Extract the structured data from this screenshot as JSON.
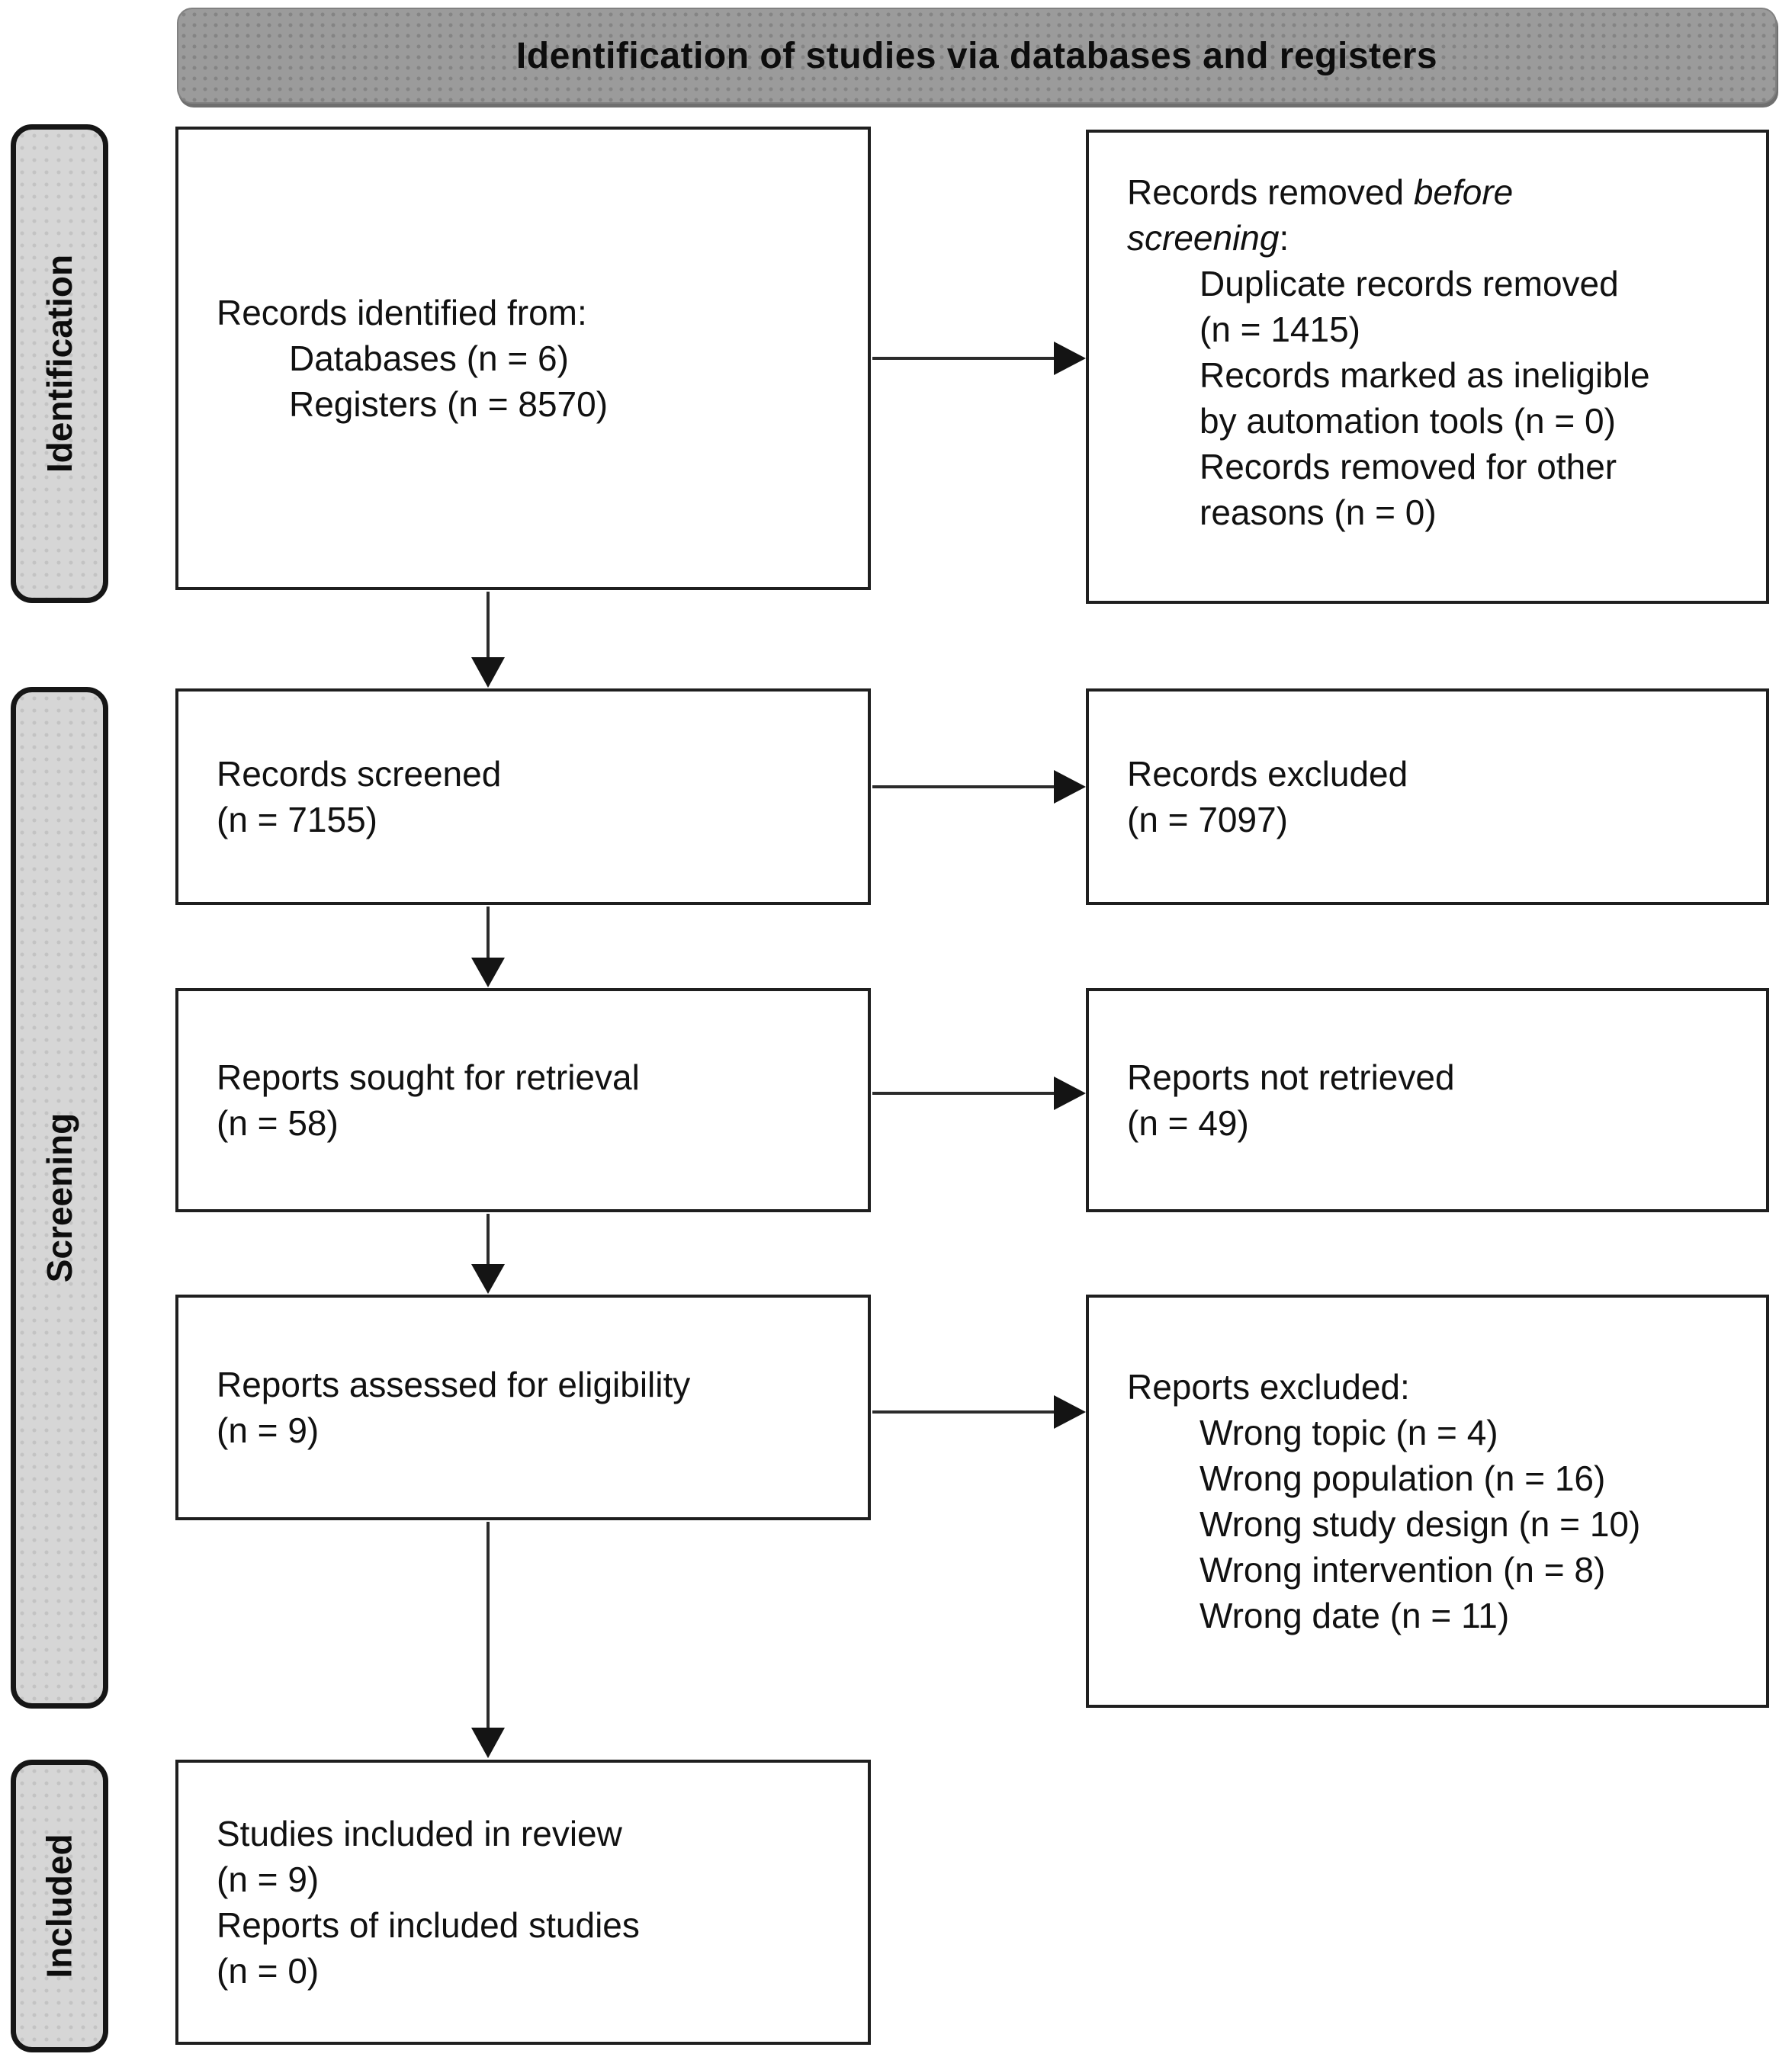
{
  "title": "Identification of studies via databases and registers",
  "stages": {
    "identification": "Identification",
    "screening": "Screening",
    "included": "Included"
  },
  "boxes": {
    "records_identified": {
      "heading": "Records identified from:",
      "items": [
        "Databases (n = 6)",
        "Registers (n = 8570)"
      ]
    },
    "records_removed": {
      "heading_line1_normal": "Records removed",
      "heading_line1_italic": "before",
      "heading_line2_italic": "screening",
      "heading_line2_suffix": ":",
      "items": [
        [
          "Duplicate records removed",
          "(n = 1415)"
        ],
        [
          "Records marked as ineligible",
          "by automation tools (n = 0)"
        ],
        [
          "Records removed for other",
          "reasons (n = 0)"
        ]
      ]
    },
    "records_screened": {
      "lines": [
        "Records screened",
        "(n = 7155)"
      ]
    },
    "records_excluded": {
      "lines": [
        "Records excluded",
        "(n = 7097)"
      ]
    },
    "reports_sought": {
      "lines": [
        "Reports sought for retrieval",
        "(n = 58)"
      ]
    },
    "reports_not_retrieved": {
      "lines": [
        "Reports not retrieved",
        "(n = 49)"
      ]
    },
    "reports_assessed": {
      "lines": [
        "Reports assessed for eligibility",
        "(n = 9)"
      ]
    },
    "reports_excluded": {
      "heading": "Reports excluded:",
      "items": [
        "Wrong topic (n = 4)",
        "Wrong population (n = 16)",
        "Wrong study design (n = 10)",
        "Wrong intervention (n = 8)",
        "Wrong date (n = 11)"
      ]
    },
    "studies_included": {
      "lines": [
        "Studies included in review",
        "(n = 9)",
        "Reports of included studies",
        "(n = 0)"
      ]
    }
  },
  "colors": {
    "title_bg": "#9b9b9b",
    "stage_bg": "#d6d6d6",
    "box_border": "#1f1f1f",
    "arrow": "#2b2b2b",
    "text": "#111111"
  }
}
